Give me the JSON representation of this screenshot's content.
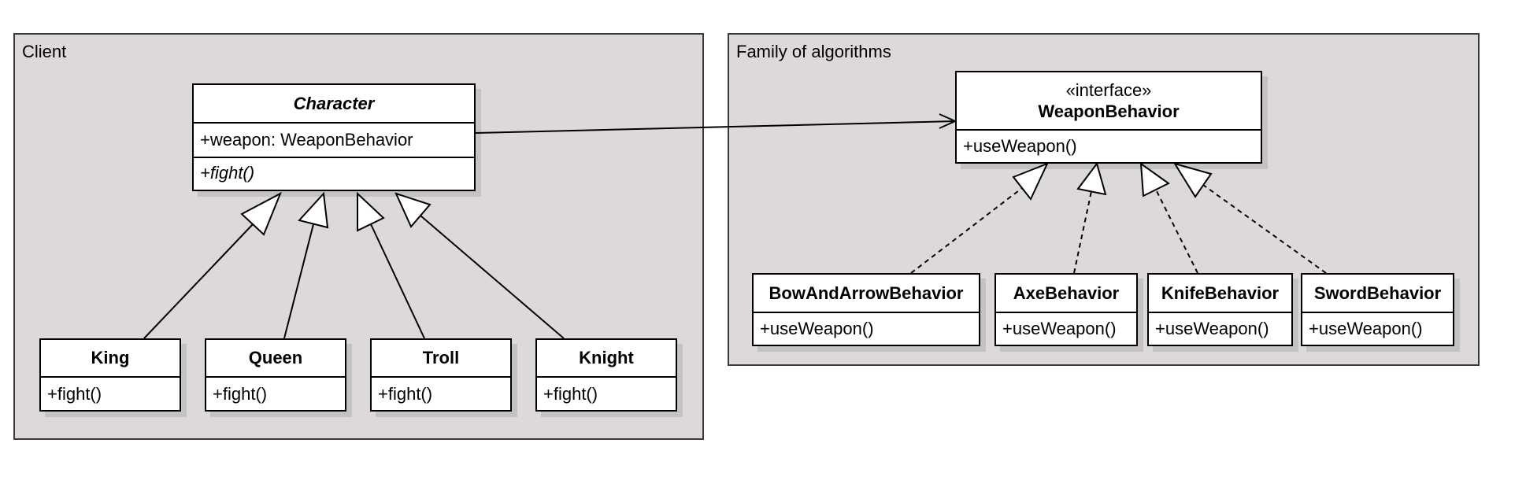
{
  "packages": {
    "client": {
      "title": "Client"
    },
    "family": {
      "title": "Family of algorithms"
    }
  },
  "classes": {
    "character": {
      "name": "Character",
      "attribute": "+weapon: WeaponBehavior",
      "operation": "+fight()"
    },
    "king": {
      "name": "King",
      "operation": "+fight()"
    },
    "queen": {
      "name": "Queen",
      "operation": "+fight()"
    },
    "troll": {
      "name": "Troll",
      "operation": "+fight()"
    },
    "knight": {
      "name": "Knight",
      "operation": "+fight()"
    },
    "weapon_behavior": {
      "stereotype": "«interface»",
      "name": "WeaponBehavior",
      "operation": "+useWeapon()"
    },
    "bow": {
      "name": "BowAndArrowBehavior",
      "operation": "+useWeapon()"
    },
    "axe": {
      "name": "AxeBehavior",
      "operation": "+useWeapon()"
    },
    "knife": {
      "name": "KnifeBehavior",
      "operation": "+useWeapon()"
    },
    "sword": {
      "name": "SwordBehavior",
      "operation": "+useWeapon()"
    }
  }
}
